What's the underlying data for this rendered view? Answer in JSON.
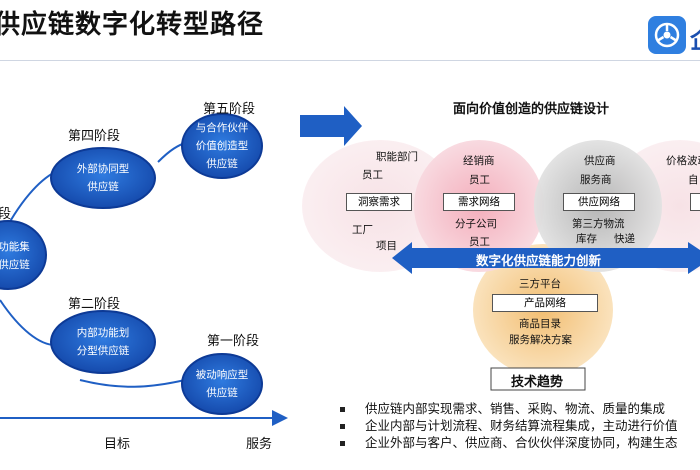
{
  "title": "供应链数字化转型路径",
  "logo_char": "企",
  "stages": {
    "s5": {
      "name": "第五阶段",
      "lines": [
        "与合作伙伴",
        "价值创造型",
        "供应链"
      ]
    },
    "s4": {
      "name": "第四阶段",
      "lines": [
        "外部协同型",
        "供应链"
      ]
    },
    "s3": {
      "name": "段",
      "lines": [
        "功能集",
        "供应链"
      ]
    },
    "s2": {
      "name": "第二阶段",
      "lines": [
        "内部功能划",
        "分型供应链"
      ]
    },
    "s1": {
      "name": "第一阶段",
      "lines": [
        "被动响应型",
        "供应链"
      ]
    }
  },
  "axis": {
    "x1": "目标",
    "x2": "服务"
  },
  "design": {
    "heading": "面向价值创造的供应链设计",
    "left_circle": [
      "职能部门",
      "员工",
      "工厂",
      "项目"
    ],
    "left_box": "洞察需求",
    "mid_circle_top": [
      "经销商",
      "员工"
    ],
    "mid_box": "需求网络",
    "mid_circle_bottom": [
      "分子公司",
      "员工"
    ],
    "right_circle_top": [
      "供应商",
      "服务商"
    ],
    "right_box": "供应网络",
    "right_circle_bottom": [
      "第三方物流",
      "库存",
      "快递"
    ],
    "far_right": [
      "价格波动",
      "自"
    ],
    "banner": "数字化供应链能力创新",
    "bottom_circle_top": "三方平台",
    "bottom_box": "产品网络",
    "bottom_circle_lines": [
      "商品目录",
      "服务解决方案"
    ],
    "trend": "技术趋势"
  },
  "bullets": [
    "供应链内部实现需求、销售、采购、物流、质量的集成",
    "企业内部与计划流程、财务结算流程集成，主动进行价值",
    "企业外部与客户、供应商、合伙伙伴深度协同，构建生态"
  ],
  "colors": {
    "blue": "#1f5fc4",
    "dark_blue": "#0d3a96"
  }
}
